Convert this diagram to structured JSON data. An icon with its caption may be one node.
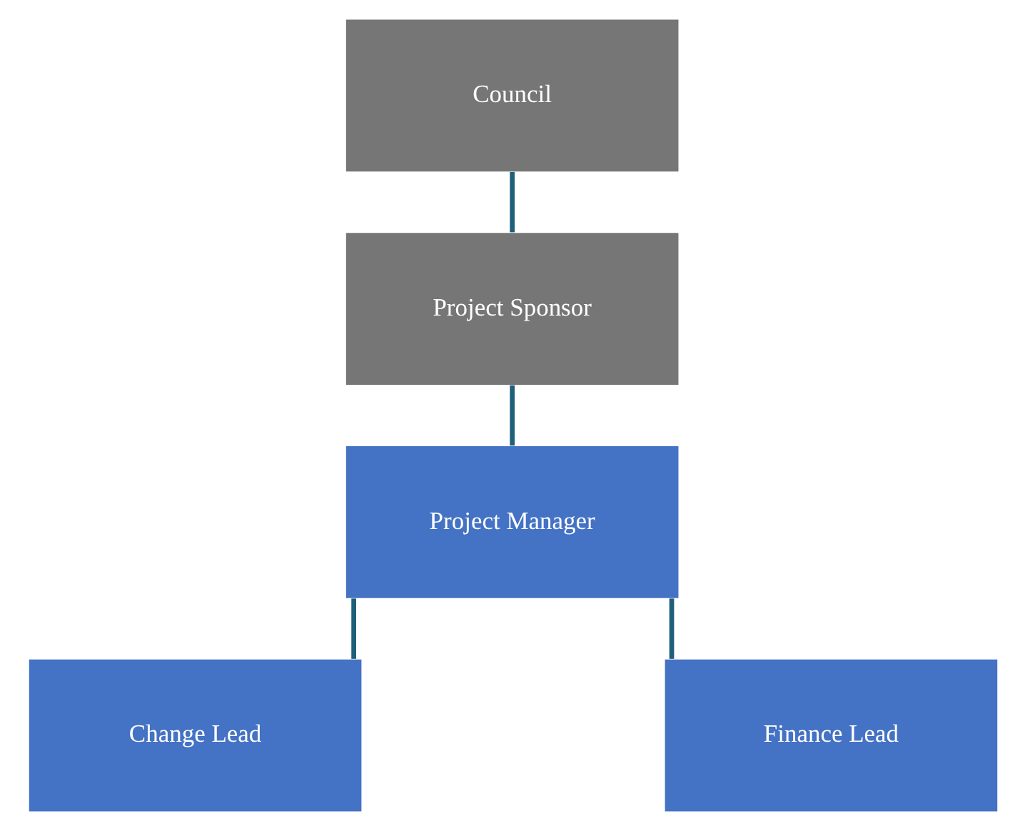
{
  "diagram": {
    "nodes": [
      {
        "text": [
          "Council"
        ]
      },
      {
        "text": [
          "Project Sponsor"
        ]
      },
      {
        "text": [
          "Project Manager"
        ]
      },
      {
        "text": [
          "Change Lead"
        ]
      },
      {
        "text": [
          "Finance Lead"
        ]
      }
    ],
    "edges": [
      {
        "from": 0,
        "to": 1,
        "arrow": "none"
      },
      {
        "from": 1,
        "to": 2,
        "arrow": "none"
      },
      {
        "from": 2,
        "to": 3,
        "arrow": "none"
      },
      {
        "from": 2,
        "to": 4,
        "arrow": "none"
      }
    ]
  }
}
